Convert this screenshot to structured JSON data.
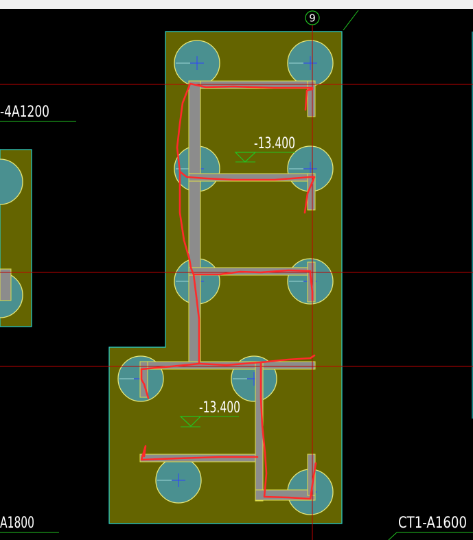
{
  "window": {
    "title_bar": ""
  },
  "grid": {
    "axis_label": "9"
  },
  "labels": {
    "top_left": "-4A1200",
    "bottom_left": "A1800",
    "bottom_right": "CT1-A1600"
  },
  "elevations": {
    "upper": "-13.400",
    "lower": "-13.400"
  },
  "colors": {
    "slab_fill": "#646400",
    "slab_edge": "#27d3d3",
    "pile_fill": "#4a9090",
    "pile_edge": "#e8e878",
    "beam_fill": "#8c8c8c",
    "beam_edge": "#e0e04a",
    "trace": "#ff2a2a",
    "grid_line": "#c20000",
    "axis_line": "#c20000",
    "label_green": "#22c422"
  }
}
